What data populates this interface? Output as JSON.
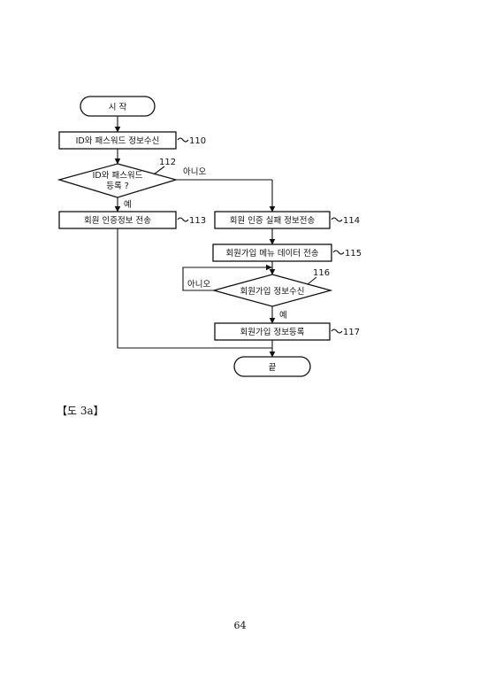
{
  "nodes": {
    "start": "시 작",
    "receive_id_pw": "ID와 패스워드 정보수신",
    "check_registered_line1": "ID와 패스워드",
    "check_registered_line2": "등록 ?",
    "send_auth_info": "회원 인증정보 전송",
    "send_auth_fail": "회원 인증 실패 정보전송",
    "send_signup_menu": "회원가입 메뉴 데이터 전송",
    "check_signup_info": "회원가입 정보수신",
    "register_signup": "회원가입 정보등록",
    "end": "끝"
  },
  "refs": {
    "r110": "110",
    "r112": "112",
    "r113": "113",
    "r114": "114",
    "r115": "115",
    "r116": "116",
    "r117": "117"
  },
  "branches": {
    "no_112": "아니오",
    "yes_112": "예",
    "no_116": "아니오",
    "yes_116": "예"
  },
  "caption": "【도 3a】",
  "page_number": "64"
}
